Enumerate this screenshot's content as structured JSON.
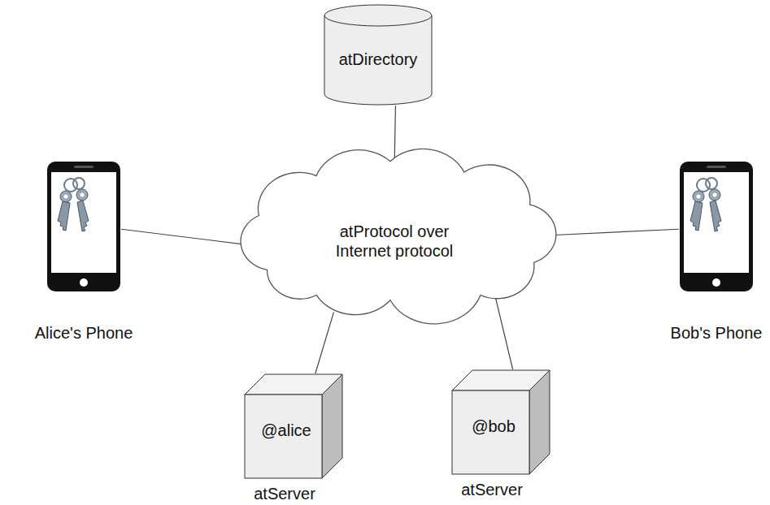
{
  "diagram": {
    "nodes": [
      {
        "text": [
          "atDirectory"
        ]
      },
      {
        "text": [
          "Alice's Phone"
        ]
      },
      {
        "text": [
          "atProtocol over Internet protocol"
        ]
      },
      {
        "text": [
          "Bob's Phone"
        ]
      },
      {
        "text": [
          "@alice",
          "atServer"
        ]
      },
      {
        "text": [
          "@bob",
          "atServer"
        ]
      }
    ],
    "edges": [
      {
        "from": 0,
        "to": 2,
        "arrow": "none"
      },
      {
        "from": 1,
        "to": 2,
        "arrow": "none"
      },
      {
        "from": 3,
        "to": 2,
        "arrow": "none"
      },
      {
        "from": 4,
        "to": 2,
        "arrow": "none"
      },
      {
        "from": 5,
        "to": 2,
        "arrow": "none"
      }
    ]
  }
}
